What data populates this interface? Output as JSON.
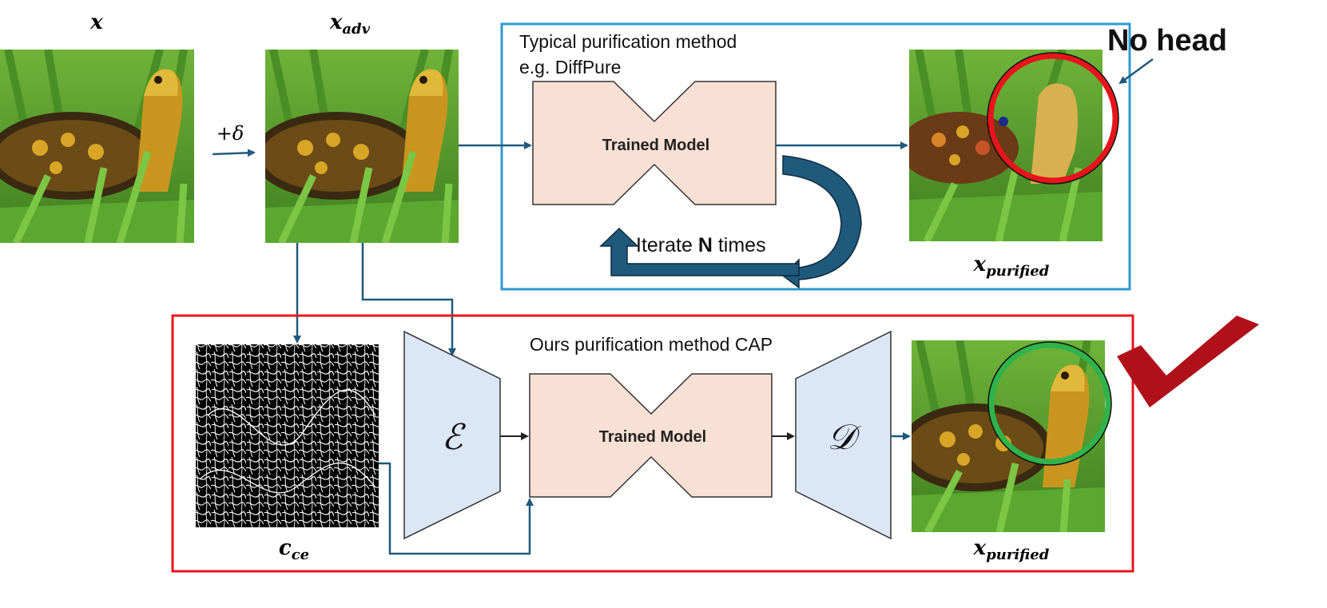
{
  "labels": {
    "x_clean": "x",
    "x_adv": "x",
    "x_adv_sub": "adv",
    "perturbation": "+δ",
    "x_purified_top": "x",
    "x_purified_bottom": "x",
    "purified_sub": "purified",
    "c_ce": "c",
    "c_ce_sub": "ce"
  },
  "typical_method": {
    "title_line1": "Typical purification method",
    "title_line2": "e.g. DiffPure",
    "model_label": "Trained Model",
    "iterate_prefix": "Iterate ",
    "iterate_bold": "N",
    "iterate_suffix": " times",
    "annotation": "No head",
    "box_color": "#2e9ad0",
    "circle_color": "#e8141b"
  },
  "cap_method": {
    "title": "Ours purification method CAP",
    "model_label": "Trained Model",
    "encoder_symbol": "ℰ",
    "decoder_symbol": "𝒟",
    "box_color": "#e8141b",
    "circle_color": "#2fb34a",
    "check_color": "#b0101a"
  },
  "colors": {
    "model_fill": "#f9e0d4",
    "encdec_fill": "#dbe6f6",
    "arrow": "#1f5a7d",
    "iterate_arrow": "#1f5a7d"
  }
}
